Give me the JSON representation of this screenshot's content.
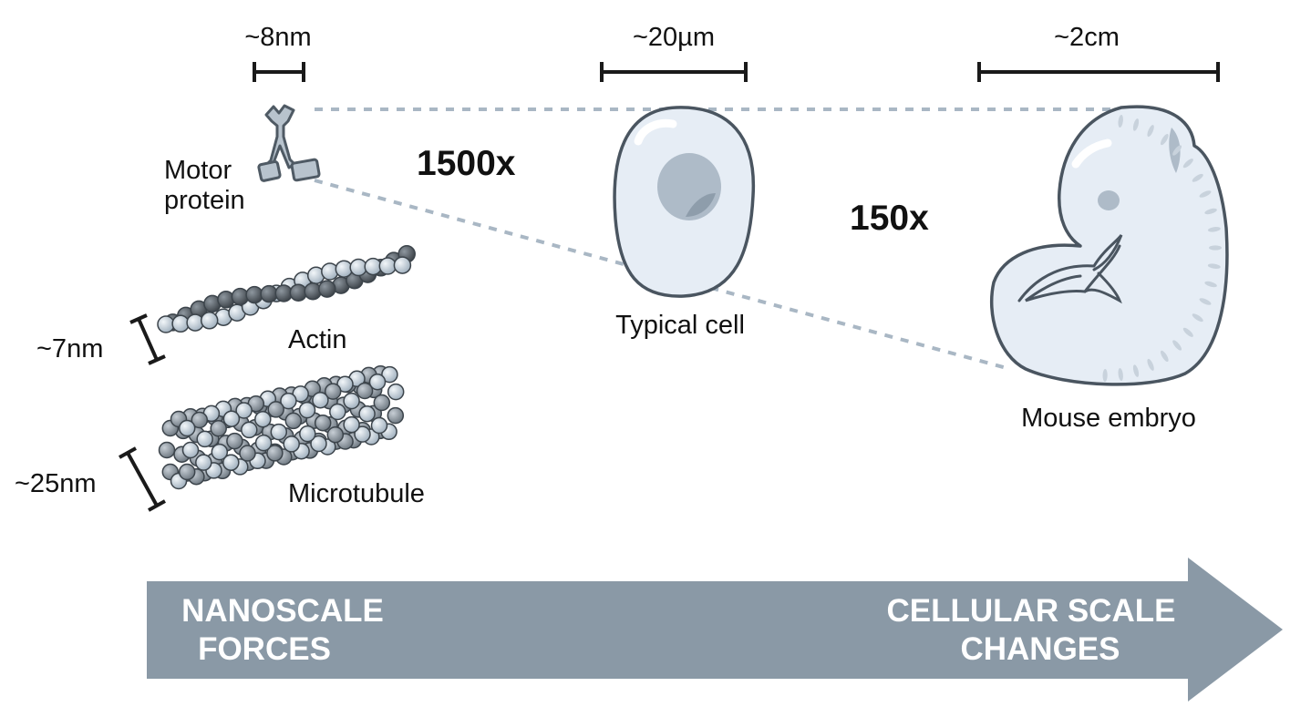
{
  "scale_bars": {
    "motor": "~8nm",
    "cell": "~20µm",
    "embryo": "~2cm"
  },
  "magnifications": {
    "protein_to_cell": "1500x",
    "cell_to_embryo": "150x"
  },
  "labels": {
    "motor_protein_line1": "Motor",
    "motor_protein_line2": "protein",
    "actin": "Actin",
    "actin_width": "~7nm",
    "microtubule": "Microtubule",
    "microtubule_width": "~25nm",
    "cell": "Typical cell",
    "embryo": "Mouse embryo"
  },
  "arrow": {
    "left_line1": "NANOSCALE",
    "left_line2": "FORCES",
    "right_line1": "CELLULAR SCALE",
    "right_line2": "CHANGES"
  },
  "colors": {
    "arrow": "#8a99a6",
    "cell_fill": "#e6edf5",
    "nucleus": "#aebbc8",
    "bead_light": "#c9d4de",
    "bead_mid": "#8f9aa4",
    "bead_dark": "#545c64",
    "dashed": "#a9b7c4"
  },
  "icons": {
    "motor_protein": "motor-protein-icon",
    "actin": "actin-filament-icon",
    "microtubule": "microtubule-icon",
    "cell": "cell-icon",
    "embryo": "mouse-embryo-icon"
  }
}
